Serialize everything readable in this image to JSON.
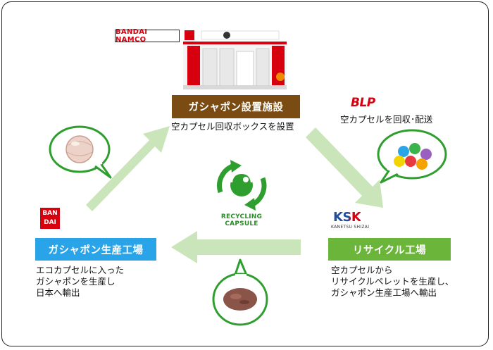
{
  "facility": {
    "logo": "BANDAI NAMCO",
    "title": "ガシャポン設置施設",
    "desc": "空カプセル回収ボックスを設置"
  },
  "logistics": {
    "logo": "BLP",
    "desc": "空カプセルを回収･配送"
  },
  "recycle_factory": {
    "logo": "KSK",
    "logo_sub": "KANETSU SHIZAI",
    "title": "リサイクル工場",
    "desc_lines": [
      "空カプセルから",
      "リサイクルペレットを生産し、",
      "ガシャポン生産工場へ輸出"
    ]
  },
  "production_factory": {
    "logo_lines": [
      "BAN",
      "DAI"
    ],
    "title": "ガシャポン生産工場",
    "desc_lines": [
      "エコカプセルに入った",
      "ガシャポンを生産し",
      "日本へ輸出"
    ]
  },
  "center": {
    "label": "RECYCLING CAPSULE"
  },
  "colors": {
    "brown": "#7a4b12",
    "blue": "#29a4e8",
    "green": "#6bb53a",
    "arrow": "#c9e5b9",
    "brand_red": "#d7000f"
  },
  "icons": [
    "store-photo",
    "capsule-clear-icon",
    "capsules-colored-icon",
    "pellets-icon",
    "recycle-capsule-icon",
    "flow-arrow"
  ]
}
